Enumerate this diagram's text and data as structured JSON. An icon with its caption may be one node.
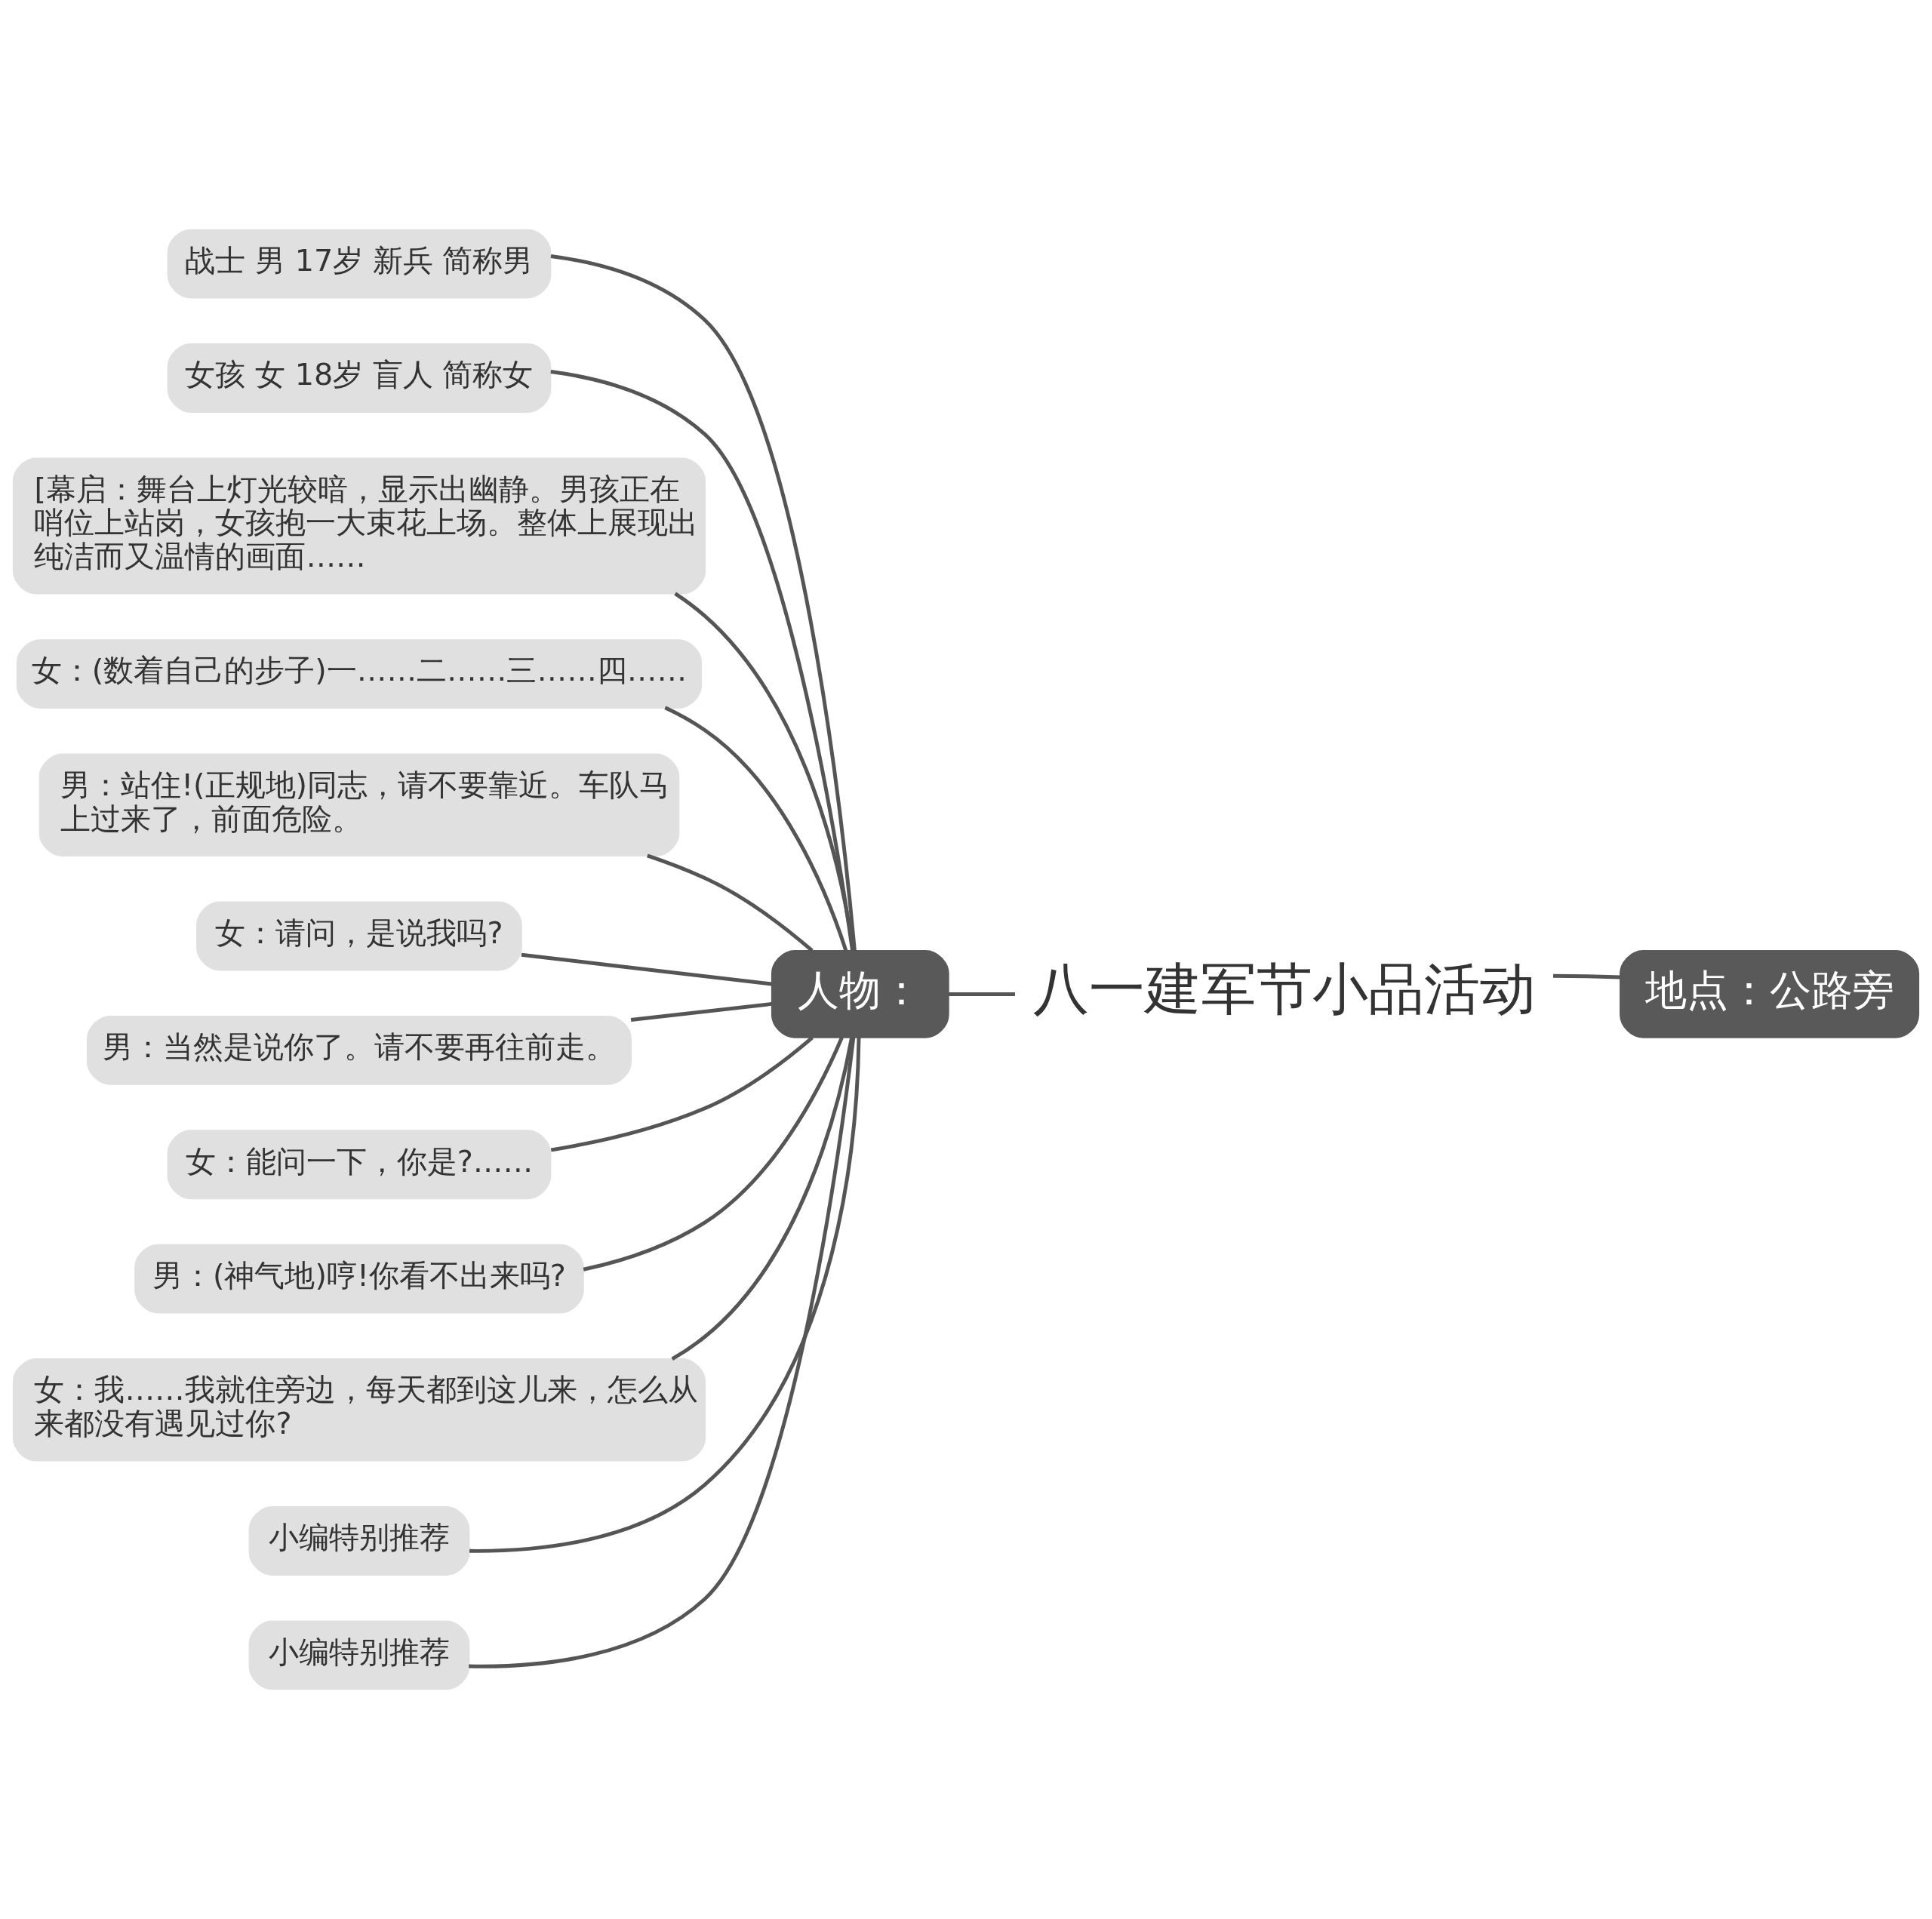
{
  "diagram": {
    "nodes": [
      {
        "text": [
          "八一建军节小品活动"
        ]
      },
      {
        "text": [
          "人物："
        ]
      },
      {
        "text": [
          "地点：公路旁"
        ]
      },
      {
        "text": [
          "战士 男 17岁 新兵 简称男"
        ]
      },
      {
        "text": [
          "女孩 女 18岁 盲人 简称女"
        ]
      },
      {
        "text": [
          "[幕启：舞台上灯光较暗，显示出幽静。男孩正在哨位上站岗，女孩抱一大束花上场。整体上展现出纯洁而又温情的画面……"
        ]
      },
      {
        "text": [
          "女：(数着自己的步子)一……二……三……四……"
        ]
      },
      {
        "text": [
          "男：站住!(正规地)同志，请不要靠近。车队马上过来了，前面危险。"
        ]
      },
      {
        "text": [
          "女：请问，是说我吗?"
        ]
      },
      {
        "text": [
          "男：当然是说你了。请不要再往前走。"
        ]
      },
      {
        "text": [
          "女：能问一下，你是?……"
        ]
      },
      {
        "text": [
          "男：(神气地)哼!你看不出来吗?"
        ]
      },
      {
        "text": [
          "女：我……我就住旁边，每天都到这儿来，怎么从来都没有遇见过你?"
        ]
      },
      {
        "text": [
          "小编特别推荐"
        ]
      },
      {
        "text": [
          "小编特别推荐"
        ]
      }
    ],
    "edges": [
      {
        "from": 0,
        "to": 1,
        "arrow": "none"
      },
      {
        "from": 0,
        "to": 2,
        "arrow": "none"
      },
      {
        "from": 1,
        "to": 3,
        "arrow": "none"
      },
      {
        "from": 1,
        "to": 4,
        "arrow": "none"
      },
      {
        "from": 1,
        "to": 5,
        "arrow": "none"
      },
      {
        "from": 1,
        "to": 6,
        "arrow": "none"
      },
      {
        "from": 1,
        "to": 7,
        "arrow": "none"
      },
      {
        "from": 1,
        "to": 8,
        "arrow": "none"
      },
      {
        "from": 1,
        "to": 9,
        "arrow": "none"
      },
      {
        "from": 1,
        "to": 10,
        "arrow": "none"
      },
      {
        "from": 1,
        "to": 11,
        "arrow": "none"
      },
      {
        "from": 1,
        "to": 12,
        "arrow": "none"
      },
      {
        "from": 1,
        "to": 13,
        "arrow": "none"
      },
      {
        "from": 1,
        "to": 14,
        "arrow": "none"
      }
    ]
  }
}
